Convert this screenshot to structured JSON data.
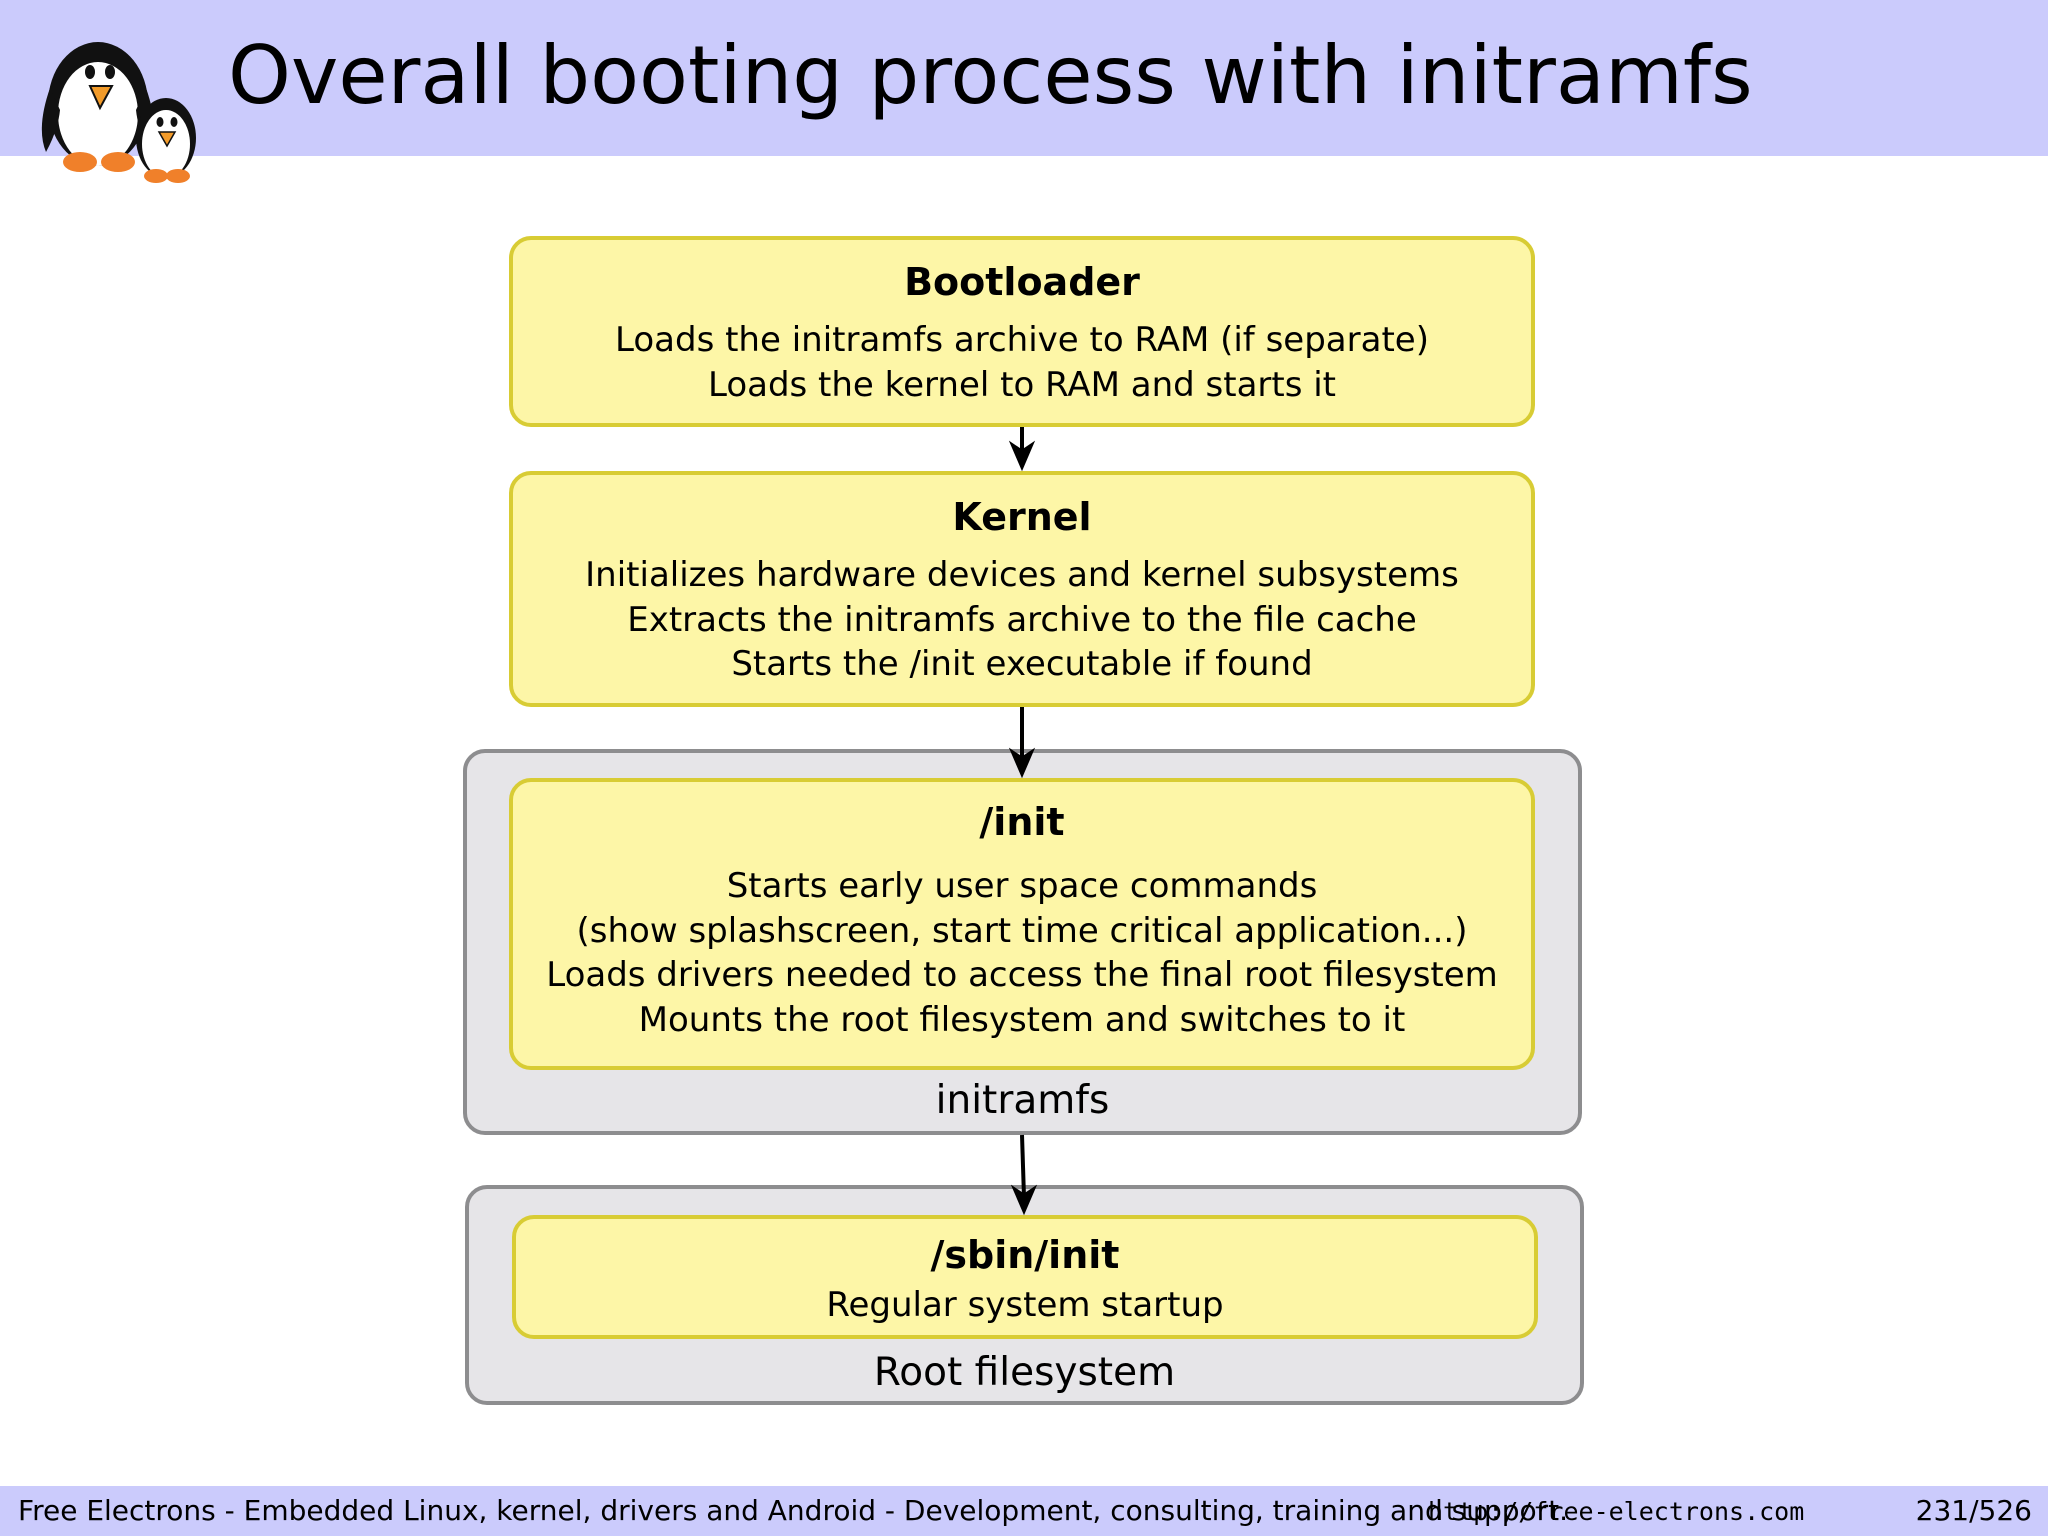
{
  "header": {
    "title": "Overall booting process with initramfs",
    "logo_icon": "penguins-logo-icon"
  },
  "diagram": {
    "stages": [
      {
        "title": "Bootloader",
        "lines": [
          "Loads the initramfs archive to RAM (if separate)",
          "Loads the kernel to RAM and starts it"
        ]
      },
      {
        "title": "Kernel",
        "lines": [
          "Initializes hardware devices and kernel subsystems",
          "Extracts the initramfs archive to the file cache",
          "Starts the /init executable if found"
        ]
      },
      {
        "title": "/init",
        "lines": [
          "Starts early user space commands",
          "(show splashscreen, start time critical application...)",
          "Loads drivers needed to access the final root filesystem",
          "Mounts the root filesystem and switches to it"
        ]
      },
      {
        "title": "/sbin/init",
        "lines": [
          "Regular system startup"
        ]
      }
    ],
    "containers": [
      {
        "label": "initramfs"
      },
      {
        "label": "Root filesystem"
      }
    ],
    "colors": {
      "stage_fill": "#fdf6a7",
      "stage_border": "#d8cc34",
      "container_fill": "#e6e5e8",
      "container_border": "#8d8d8f",
      "header_band": "#cbcbfc"
    }
  },
  "footer": {
    "text": "Free Electrons - Embedded Linux, kernel, drivers and Android - Development, consulting, training and support.",
    "url": "http://free-electrons.com",
    "page": "231/526"
  }
}
